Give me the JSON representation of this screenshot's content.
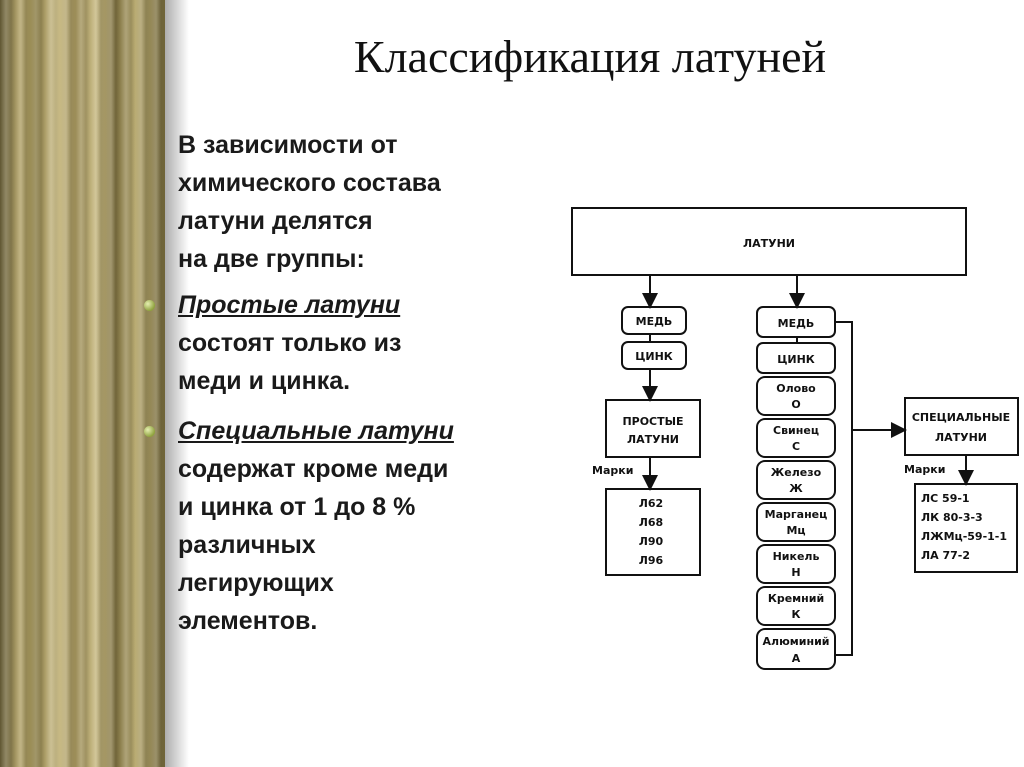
{
  "slide": {
    "title": "Классификация латуней",
    "intro": [
      "В зависимости от",
      "химического состава",
      "латуни делятся",
      "на две группы:"
    ],
    "bullet1": {
      "term": "Простые латуни",
      "rest": [
        "состоят только из",
        "меди и цинка."
      ]
    },
    "bullet2": {
      "term": "Специальные латуни",
      "rest": [
        "содержат кроме меди",
        "и цинка от 1 до 8 %",
        "различных",
        "легирующих",
        "элементов."
      ]
    }
  },
  "diagram": {
    "root": "ЛАТУНИ",
    "simple": {
      "components": [
        "МЕДЬ",
        "ЦИНК"
      ],
      "group": [
        "ПРОСТЫЕ",
        "ЛАТУНИ"
      ],
      "marks_label": "Марки",
      "grades": [
        "Л62",
        "Л68",
        "Л90",
        "Л96"
      ]
    },
    "special": {
      "components": [
        "МЕДЬ",
        "ЦИНК"
      ],
      "elements": [
        {
          "name": "Олово",
          "code": "О"
        },
        {
          "name": "Свинец",
          "code": "С"
        },
        {
          "name": "Железо",
          "code": "Ж"
        },
        {
          "name": "Марганец",
          "code": "Мц"
        },
        {
          "name": "Никель",
          "code": "Н"
        },
        {
          "name": "Кремний",
          "code": "К"
        },
        {
          "name": "Алюминий",
          "code": "А"
        }
      ],
      "group": [
        "СПЕЦИАЛЬНЫЕ",
        "ЛАТУНИ"
      ],
      "marks_label": "Марки",
      "grades": [
        "ЛС 59-1",
        "ЛК 80-3-3",
        "ЛЖМц-59-1-1",
        "ЛА 77-2"
      ]
    }
  }
}
